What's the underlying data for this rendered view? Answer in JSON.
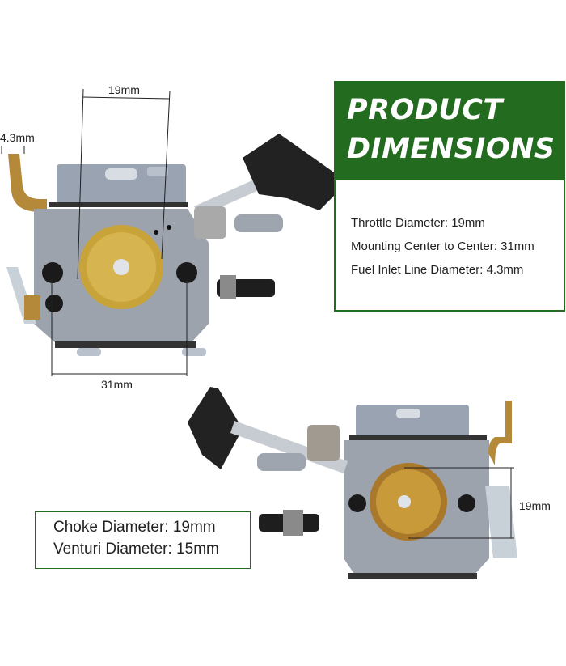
{
  "panel": {
    "title_line1": "PRODUCT",
    "title_line2": "DIMENSIONS",
    "specs": [
      "Throttle Diameter: 19mm",
      "Mounting Center to Center: 31mm",
      "Fuel Inlet Line Diameter: 4.3mm"
    ],
    "accent_color": "#236b1f"
  },
  "choke_box": {
    "lines": [
      "Choke Diameter: 19mm",
      "Venturi Diameter: 15mm"
    ]
  },
  "front_view": {
    "throttle_label": "19mm",
    "inlet_label": "4.3mm",
    "mount_label": "31mm"
  },
  "rear_view": {
    "choke_label": "19mm"
  }
}
